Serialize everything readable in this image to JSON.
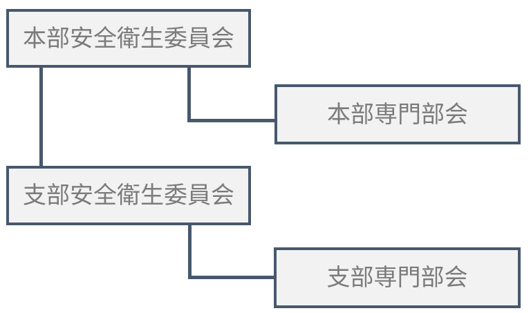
{
  "diagram": {
    "type": "org-chart",
    "boxes": [
      {
        "id": "hq_safety_committee",
        "label": "本部安全衛生委員会"
      },
      {
        "id": "hq_subcommittee",
        "label": "本部専門部会"
      },
      {
        "id": "branch_safety_committee",
        "label": "支部安全衛生委員会"
      },
      {
        "id": "branch_subcommittee",
        "label": "支部専門部会"
      }
    ],
    "edges": [
      {
        "from": "hq_safety_committee",
        "to": "branch_safety_committee",
        "style": "straight-vertical"
      },
      {
        "from": "hq_safety_committee",
        "to": "hq_subcommittee",
        "style": "elbow"
      },
      {
        "from": "branch_safety_committee",
        "to": "branch_subcommittee",
        "style": "elbow"
      }
    ],
    "colors": {
      "box_border": "#47586D",
      "box_fill": "#F2F2F2",
      "text": "#7B7B7B",
      "connector": "#47586D",
      "background": "#FFFFFF"
    }
  }
}
